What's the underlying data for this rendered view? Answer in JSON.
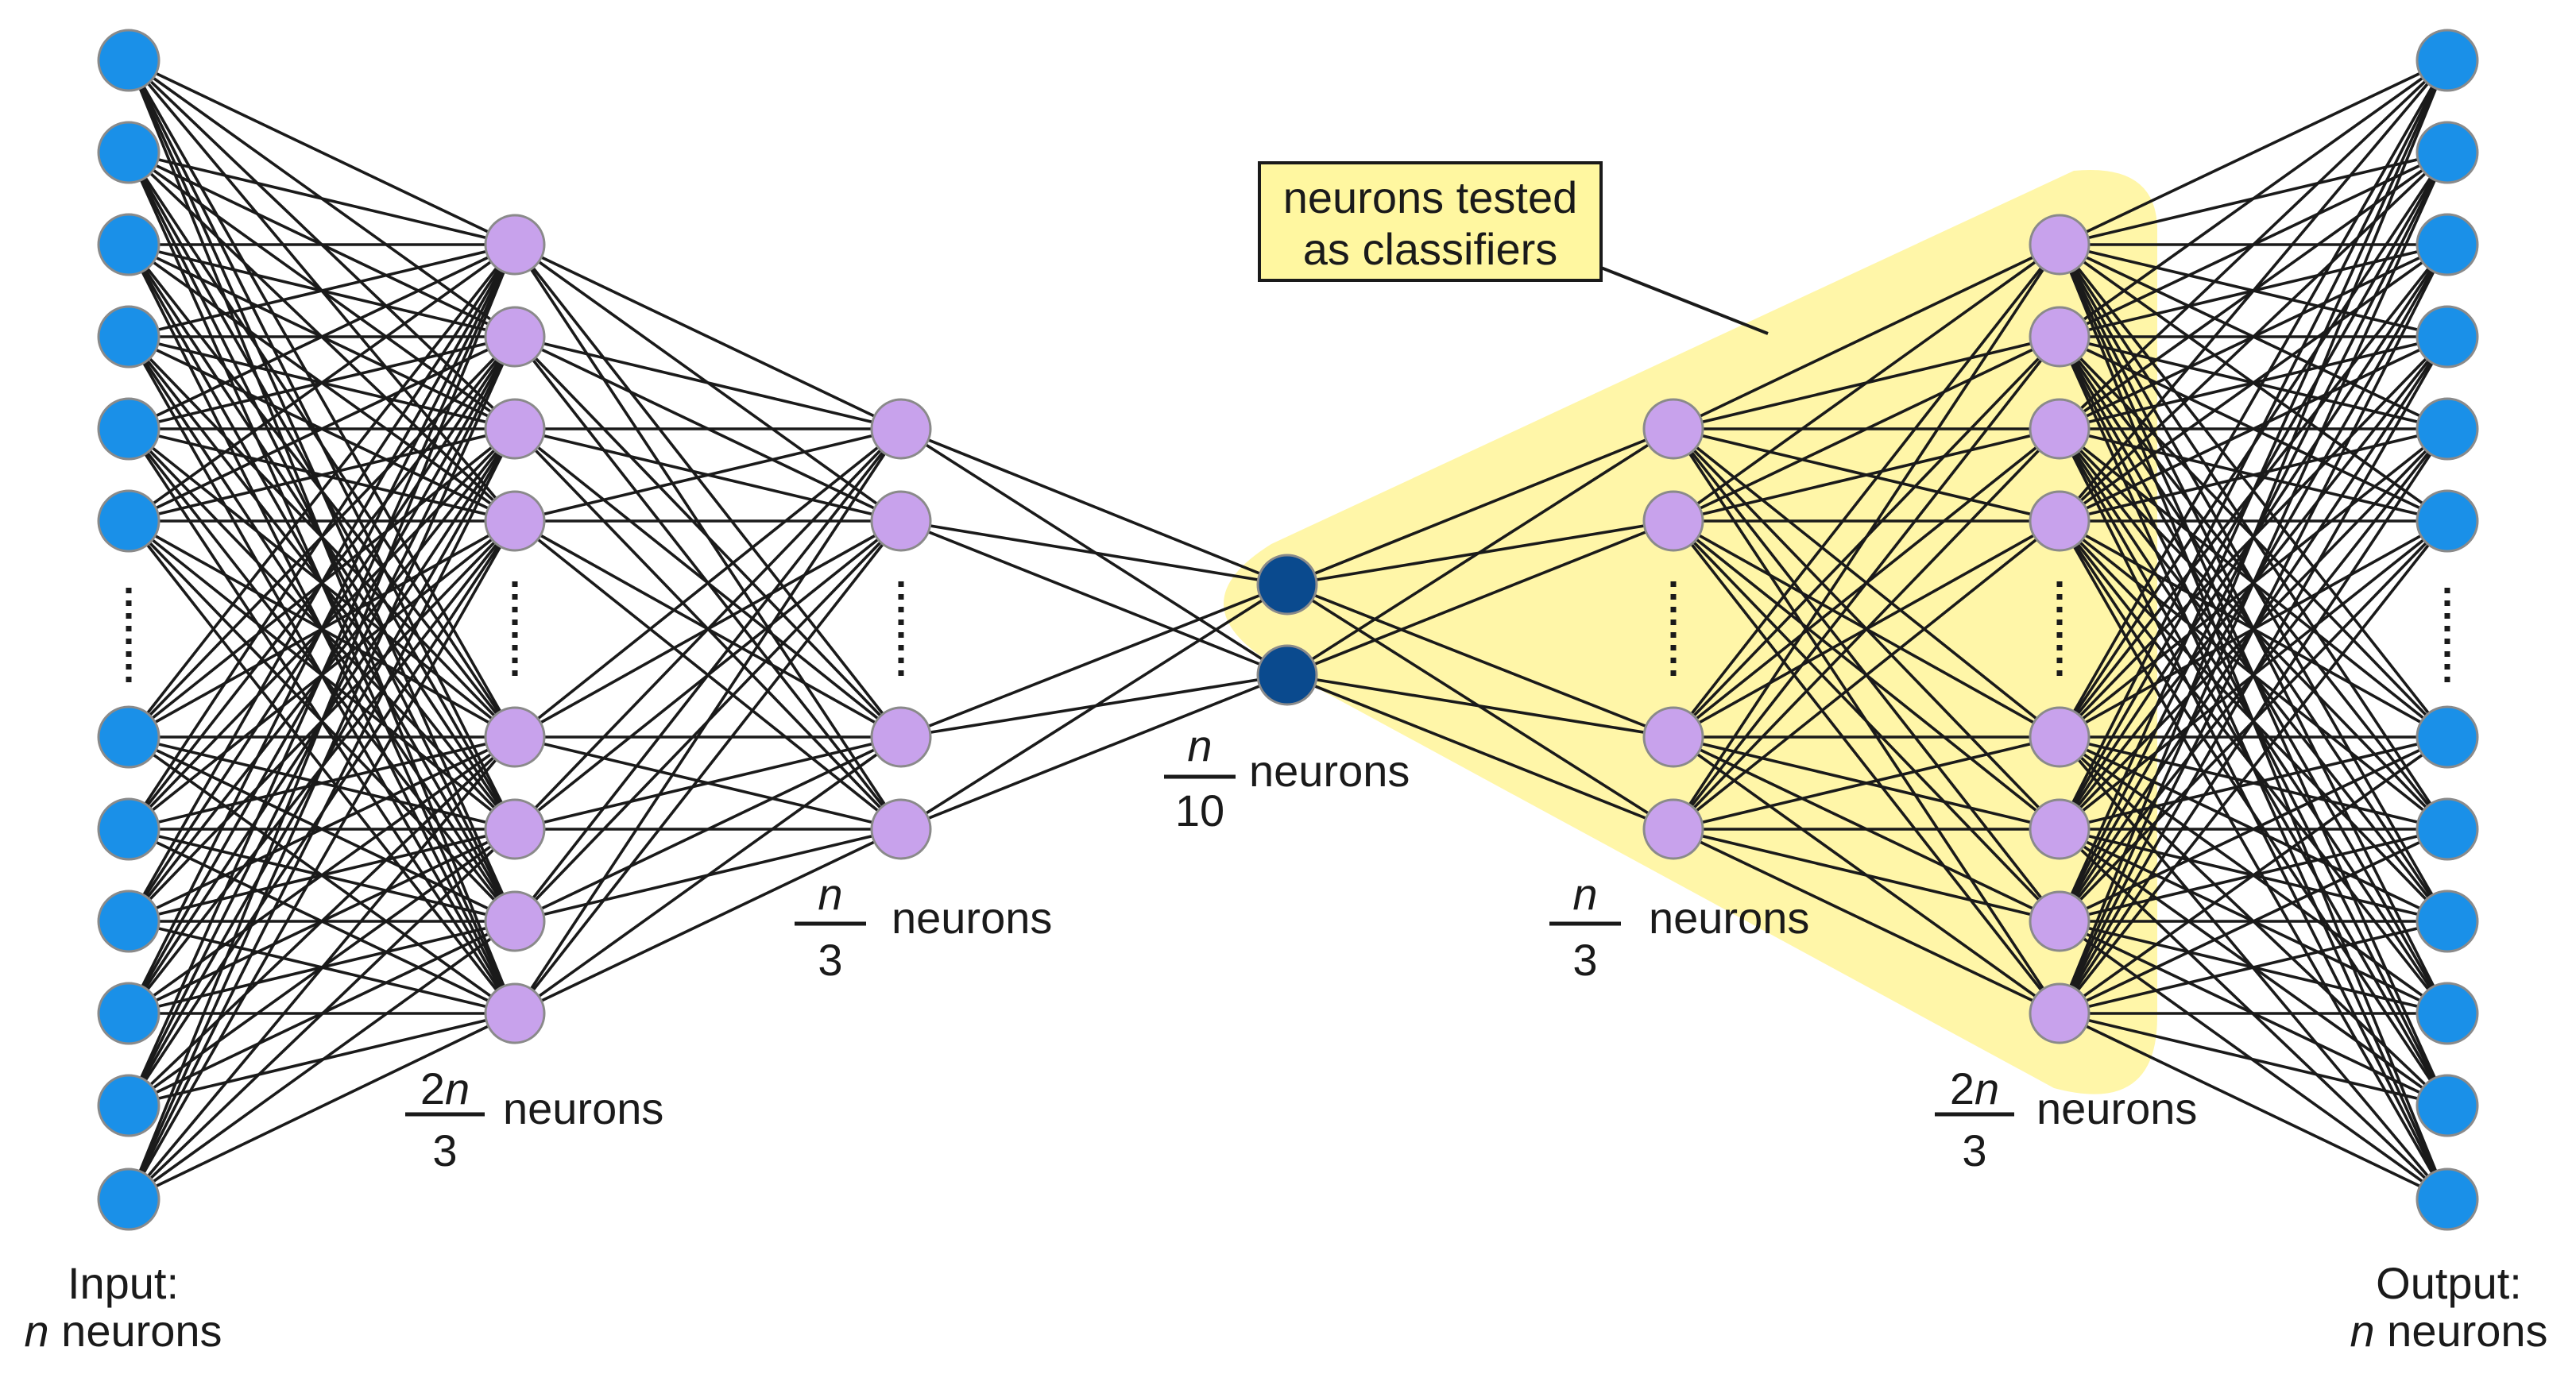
{
  "diagram": {
    "callout": {
      "line1": "neurons tested",
      "line2": "as classifiers"
    },
    "layers": {
      "input": {
        "line1": "Input:",
        "var": "n",
        "suffix": " neurons"
      },
      "output": {
        "line1": "Output:",
        "var": "n",
        "suffix": " neurons"
      },
      "enc1": {
        "numer_coef": "2",
        "numer_var": "n",
        "denom": "3",
        "word": "neurons"
      },
      "enc2": {
        "numer_var": "n",
        "denom": "3",
        "word": "neurons"
      },
      "bottleneck": {
        "numer_var": "n",
        "denom": "10",
        "word": "neurons"
      },
      "dec1": {
        "numer_var": "n",
        "denom": "3",
        "word": "neurons"
      },
      "dec2": {
        "numer_coef": "2",
        "numer_var": "n",
        "denom": "3",
        "word": "neurons"
      }
    },
    "colors": {
      "io_node": "#1a90e8",
      "hidden_node": "#c8a2ec",
      "bottleneck_node": "#0a4a8e",
      "highlight": "#fff6a8",
      "callout_fill": "#fff7a0",
      "edge": "#1a1a1a"
    }
  }
}
